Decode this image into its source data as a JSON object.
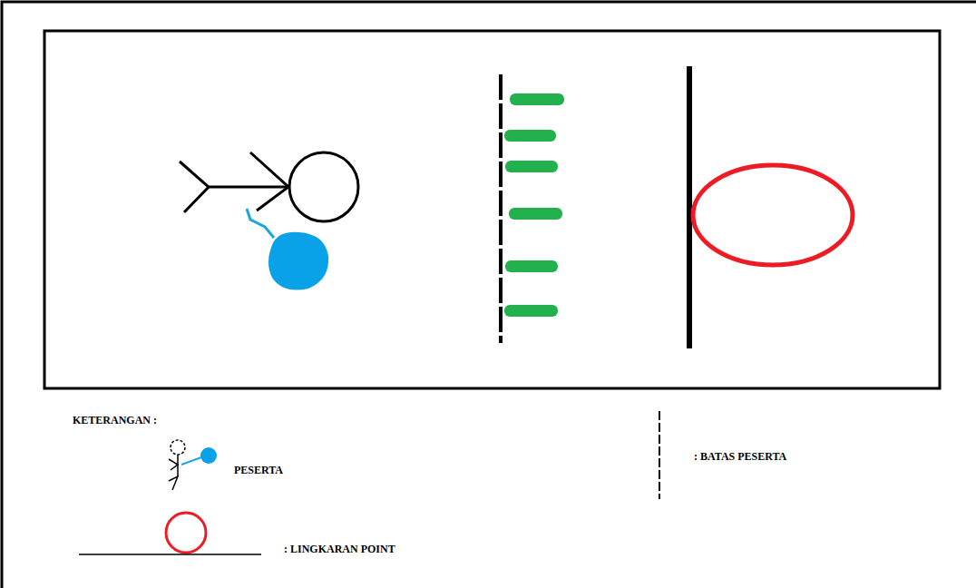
{
  "diagram": {
    "labels": [
      "KETERANGAN :"
    ],
    "legend": [
      {
        "text": "PESERTA"
      },
      {
        "text": ": BATAS PESERTA"
      },
      {
        "text": ": LINGKARAN POINT"
      }
    ]
  }
}
